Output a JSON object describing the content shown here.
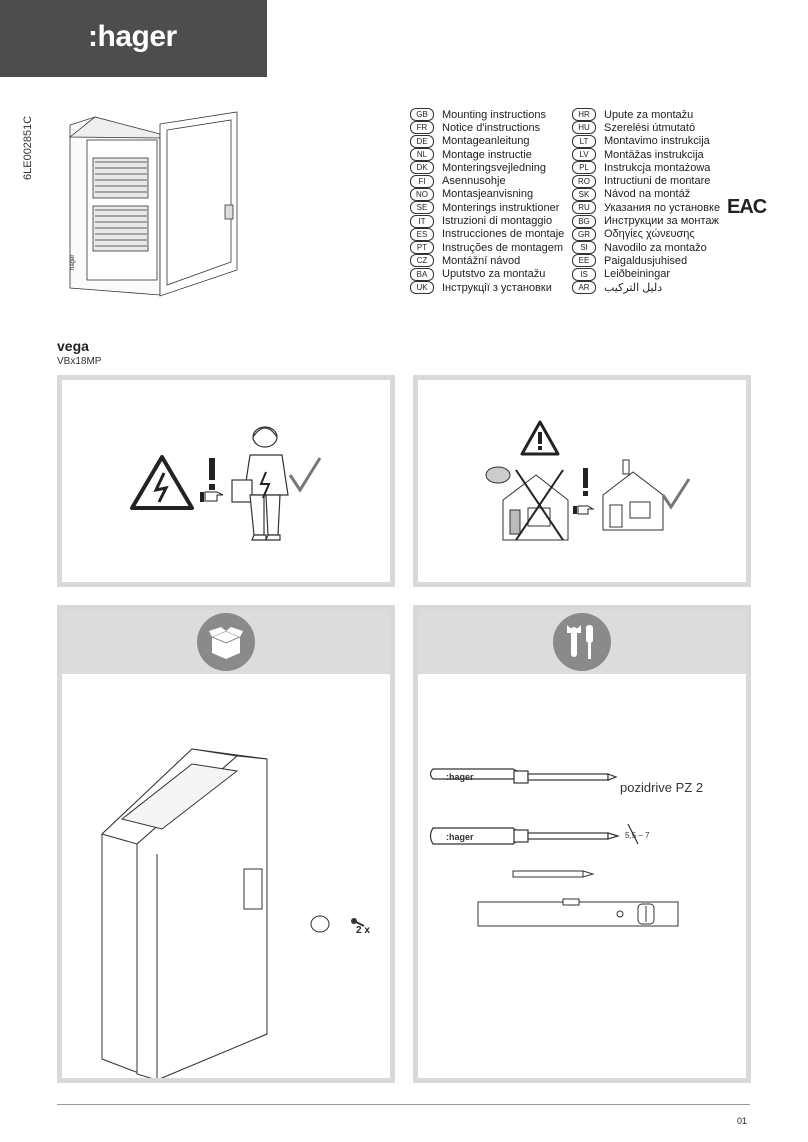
{
  "brand": {
    "logo_text": ":hager"
  },
  "document": {
    "code": "6LE002851C"
  },
  "languages_left": [
    {
      "code": "GB",
      "text": "Mounting instructions"
    },
    {
      "code": "FR",
      "text": "Notice d'instructions"
    },
    {
      "code": "DE",
      "text": "Montageanleitung"
    },
    {
      "code": "NL",
      "text": "Montage instructie"
    },
    {
      "code": "DK",
      "text": "Monteringsvejledning"
    },
    {
      "code": "FI",
      "text": "Asennusohje"
    },
    {
      "code": "NO",
      "text": "Montasjeanvisning"
    },
    {
      "code": "SE",
      "text": "Monterings instruktioner"
    },
    {
      "code": "IT",
      "text": "Istruzioni di montaggio"
    },
    {
      "code": "ES",
      "text": "Instrucciones de montaje"
    },
    {
      "code": "PT",
      "text": "Instruções de montagem"
    },
    {
      "code": "CZ",
      "text": "Montážní návod"
    },
    {
      "code": "BA",
      "text": "Uputstvo za montažu"
    },
    {
      "code": "UK",
      "text": "Інструкції з установки"
    }
  ],
  "languages_right": [
    {
      "code": "HR",
      "text": "Upute za montažu"
    },
    {
      "code": "HU",
      "text": "Szerelési útmutató"
    },
    {
      "code": "LT",
      "text": "Montavimo instrukcija"
    },
    {
      "code": "LV",
      "text": "Montāžas instrukcija"
    },
    {
      "code": "PL",
      "text": "Instrukcja montażowa"
    },
    {
      "code": "RO",
      "text": "Intructiuni de montare"
    },
    {
      "code": "SK",
      "text": "Návod na montáž"
    },
    {
      "code": "RU",
      "text": "Указания по установке"
    },
    {
      "code": "BG",
      "text": "Инструкции за монтаж"
    },
    {
      "code": "GR",
      "text": "Οδηγίες χώνευσης"
    },
    {
      "code": "SI",
      "text": "Navodilo za montažo"
    },
    {
      "code": "EE",
      "text": "Paigaldusjuhised"
    },
    {
      "code": "IS",
      "text": "Leiðbeiningar"
    },
    {
      "code": "AR",
      "text": "دليل التركيب"
    }
  ],
  "certification_mark": "EAC",
  "product": {
    "name": "vega",
    "reference": "VBx18MP"
  },
  "tools": {
    "screwdriver_handle_label": ":hager",
    "pozidrive_label": "pozidrive PZ 2",
    "flat_blade_size": "5,5 – 7"
  },
  "box_contents": {
    "quantity_label": "2 x"
  },
  "icons": {
    "panel1": [
      "electric-hazard-icon",
      "warning-exclamation-icon",
      "pointing-hand-icon",
      "qualified-electrician-icon",
      "checkmark-icon"
    ],
    "panel2": [
      "warning-triangle-icon",
      "outdoor-house-crossed-icon",
      "indoor-house-icon",
      "checkmark-icon"
    ],
    "panel3_head": "package-icon",
    "panel4_head": "tools-icon"
  },
  "colors": {
    "logo_bar": "#4d4d4d",
    "panel_border": "#d9d9d9",
    "header_icon": "#8a8a8a"
  },
  "footer": {
    "page_number": "01"
  }
}
